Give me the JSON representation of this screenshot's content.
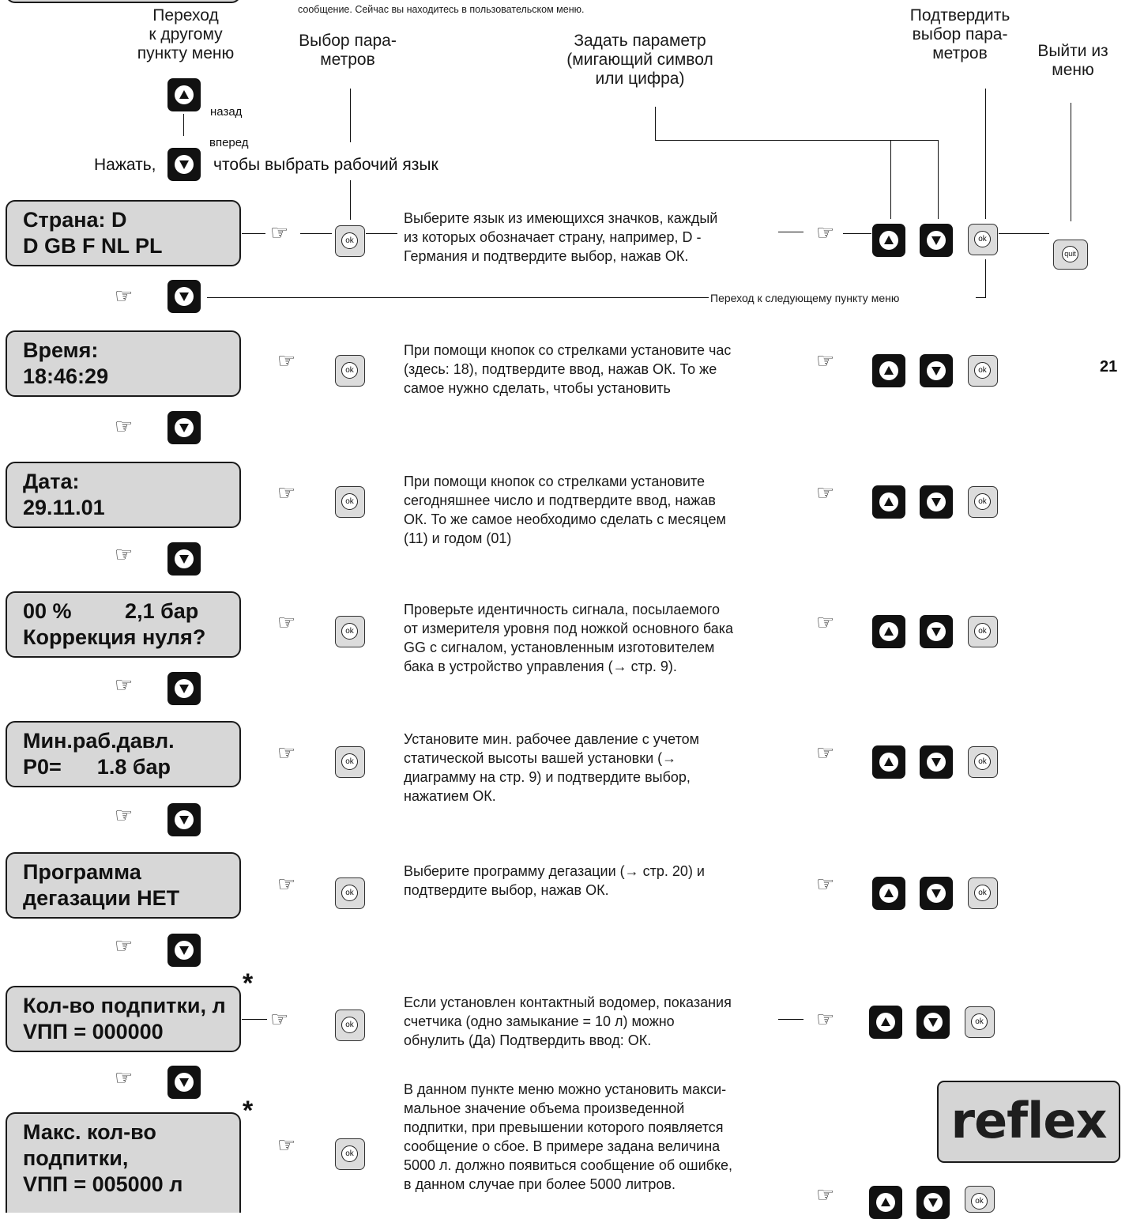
{
  "header": {
    "top_note": "сообщение. Сейчас вы находитесь в пользовательском меню.",
    "col_goto": [
      "Переход",
      "к другому",
      "пункту меню"
    ],
    "col_select": [
      "Выбор пара-",
      "метров"
    ],
    "col_set": [
      "Задать параметр",
      "(мигающий символ",
      "или цифра)"
    ],
    "col_confirm": [
      "Подтвердить",
      "выбор пара-",
      "метров"
    ],
    "col_exit": [
      "Выйти из",
      "меню"
    ],
    "back": "назад",
    "forward": "вперед",
    "press": "Нажать,",
    "choose_language": "чтобы выбрать рабочий язык"
  },
  "buttons": {
    "ok": "ok",
    "quit": "quit"
  },
  "next_item_note": "Переход к следующему пункту меню",
  "page_number": "21",
  "rows": [
    {
      "display": "Страна: D\nD GB F NL PL",
      "text": "Выберите язык из имеющихся значков, каждый\nиз которых обозначает страну, например, D -\nГермания и подтвердите выбор, нажав ОК."
    },
    {
      "display": "Время:\n18:46:29",
      "text": "При помощи кнопок со стрелками установите час\n(здесь: 18), подтвердите ввод, нажав ОК. То же\nсамое нужно сделать, чтобы установить"
    },
    {
      "display": "Дата:\n29.11.01",
      "text": "При помощи кнопок со стрелками установите\nсегодняшнее число и подтвердите ввод, нажав\nОК. То же самое необходимо сделать с месяцем\n(11) и годом (01)"
    },
    {
      "display": "00 %         2,1 бар\nКоррекция нуля?",
      "text": "Проверьте идентичность сигнала, посылаемого\nот измерителя уровня под ножкой основного бака\nGG с сигналом, установленным изготовителем\nбака в устройство управления (→ стр. 9)."
    },
    {
      "display": "Мин.раб.давл.\nP0=      1.8 бар",
      "text": "Установите мин. рабочее давление с учетом\nстатической высоты вашей установки (→\nдиаграмму на стр. 9) и подтвердите выбор,\nнажатием ОК."
    },
    {
      "display": "Программа\nдегазации НЕТ",
      "text": "Выберите программу дегазации (→ стр. 20) и\nподтвердите выбор, нажав ОК."
    },
    {
      "display": "Кол-во подпитки, л\nVПП = 000000",
      "text": "Если установлен контактный водомер, показания\nсчетчика (одно замыкание = 10 л) можно\nобнулить (Да) Подтвердить ввод: ОК."
    },
    {
      "display": "Макс. кол-во\nподпитки,\nVПП = 005000 л",
      "text": "В данном пункте меню можно установить макси-\nмальное значение объема произведенной\nподпитки, при превышении которого появляется\nсообщение о сбое. В примере задана величина\n5000 л. должно появиться сообщение об ошибке,\nв данном случае при более 5000 литров."
    }
  ],
  "asterisk": "*",
  "logo_text": "reflex"
}
